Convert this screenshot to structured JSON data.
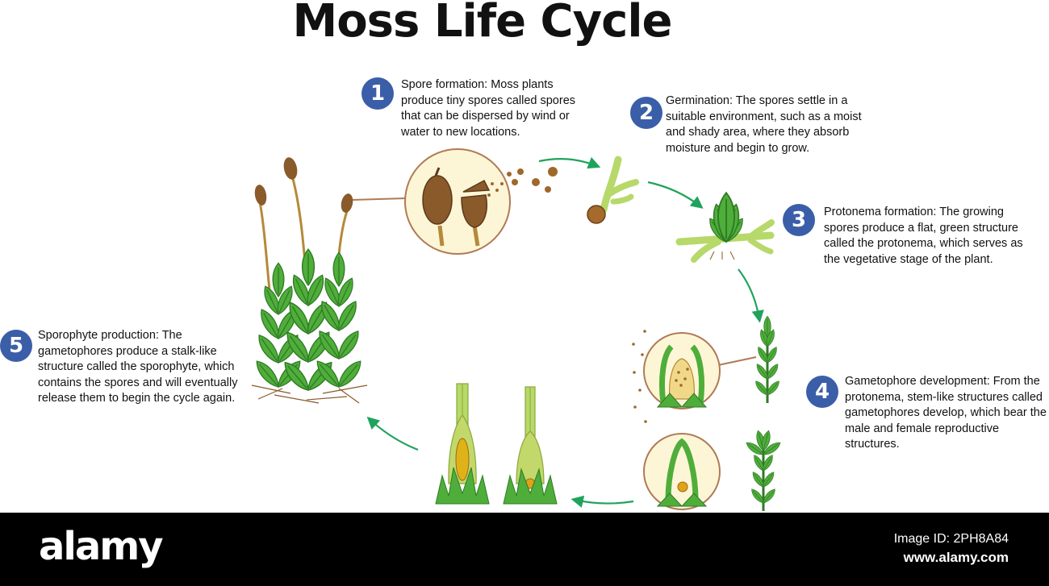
{
  "title": "Moss Life Cycle",
  "steps": [
    {
      "number": "1",
      "text": "Spore formation: Moss plants produce tiny spores called spores that can be dispersed by wind or water to new locations."
    },
    {
      "number": "2",
      "text": "Germination: The spores settle in a suitable environment, such as a moist and shady area, where they absorb moisture and begin to grow."
    },
    {
      "number": "3",
      "text": "Protonema formation: The growing spores produce a flat, green structure called the protonema, which serves as the vegetative stage of the plant."
    },
    {
      "number": "4",
      "text": "Gametophore development: From the protonema, stem-like structures called gametophores develop, which bear the male and female reproductive structures."
    },
    {
      "number": "5",
      "text": "Sporophyte production: The gametophores produce a stalk-like structure called the sporophyte, which contains the spores and will eventually release them to begin the cycle again."
    }
  ],
  "colors": {
    "badge": "#3b5ea8",
    "arrow": "#1fa35c",
    "leaf": "#4fae3a",
    "leaf_dark": "#2f7a25",
    "capsule": "#8a5a2b",
    "inset_bg": "#fdf6d6",
    "protonema": "#b6d96a"
  },
  "footer": {
    "logo": "alamy",
    "image_id": "Image ID: 2PH8A84",
    "url": "www.alamy.com"
  }
}
